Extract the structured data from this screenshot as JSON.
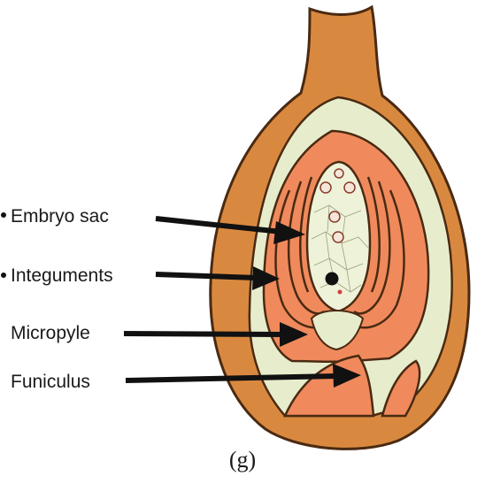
{
  "labels": {
    "embryo_sac": "Embryo sac",
    "integuments": "Integuments",
    "micropyle": "Micropyle",
    "funiculus": "Funiculus"
  },
  "caption": "(g)",
  "colors": {
    "outer_tissue": "#d9893f",
    "outline": "#4a2a12",
    "inner_layer": "#e7edcc",
    "integument": "#f08a5c",
    "embryo_sac": "#eef2d8",
    "arrow": "#111111"
  }
}
